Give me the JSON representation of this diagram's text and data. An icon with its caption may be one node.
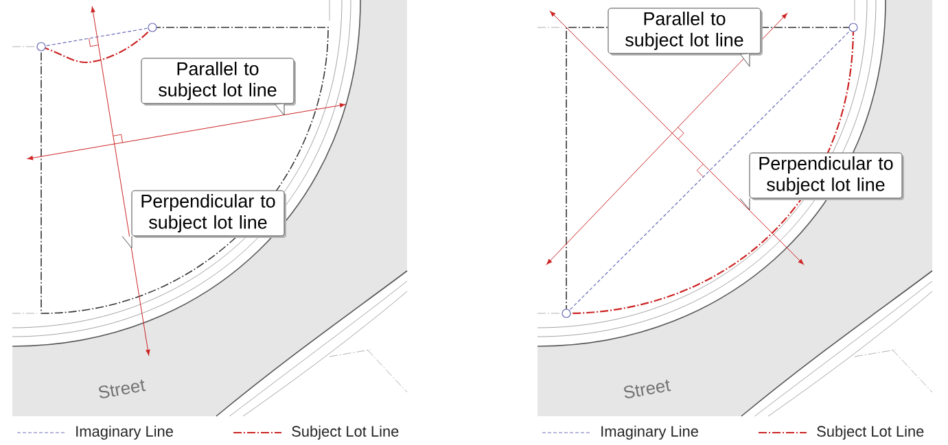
{
  "diagram": {
    "nodes": [
      {
        "text": [
          "Parallel to subject lot line"
        ]
      },
      {
        "text": [
          "Perpendicular to subject lot line"
        ]
      },
      {
        "text": [
          "Parallel to subject lot line"
        ]
      },
      {
        "text": [
          "Perpendicular to subject lot line"
        ]
      }
    ],
    "labels": [
      "Street",
      "Street"
    ],
    "legend": [
      {
        "text": "Imaginary Line"
      },
      {
        "text": "Subject Lot Line"
      },
      {
        "text": "Imaginary Line"
      },
      {
        "text": "Subject Lot Line"
      }
    ]
  }
}
